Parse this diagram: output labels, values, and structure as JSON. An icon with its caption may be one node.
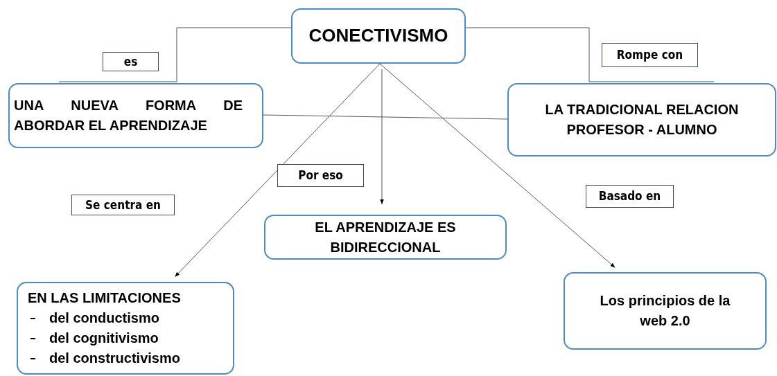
{
  "diagram": {
    "nodes": [
      {
        "text": [
          "CONECTIVISMO"
        ]
      },
      {
        "text": [
          "es"
        ]
      },
      {
        "text": [
          "Rompe con"
        ]
      },
      {
        "text": [
          "UNA NUEVA FORMA DE ABORDAR EL APRENDIZAJE"
        ]
      },
      {
        "text": [
          "LA TRADICIONAL RELACION PROFESOR - ALUMNO"
        ]
      },
      {
        "text": [
          "Por eso"
        ]
      },
      {
        "text": [
          "Basado en"
        ]
      },
      {
        "text": [
          "Se centra en"
        ]
      },
      {
        "text": [
          "EL APRENDIZAJE ES BIDIRECCIONAL"
        ]
      },
      {
        "text": [
          "EN LAS LIMITACIONES",
          "del conductismo",
          "del cognitivismo",
          "del constructivismo"
        ]
      },
      {
        "text": [
          "Los principios de la web 2.0"
        ]
      }
    ],
    "edges": [
      {
        "from": 0,
        "to": 3,
        "arrow": "none"
      },
      {
        "from": 0,
        "to": 4,
        "arrow": "none"
      },
      {
        "from": 3,
        "to": 4,
        "arrow": "none"
      },
      {
        "from": 0,
        "to": 9,
        "arrow": "to"
      },
      {
        "from": 0,
        "to": 8,
        "arrow": "to"
      },
      {
        "from": 0,
        "to": 10,
        "arrow": "to"
      }
    ]
  }
}
